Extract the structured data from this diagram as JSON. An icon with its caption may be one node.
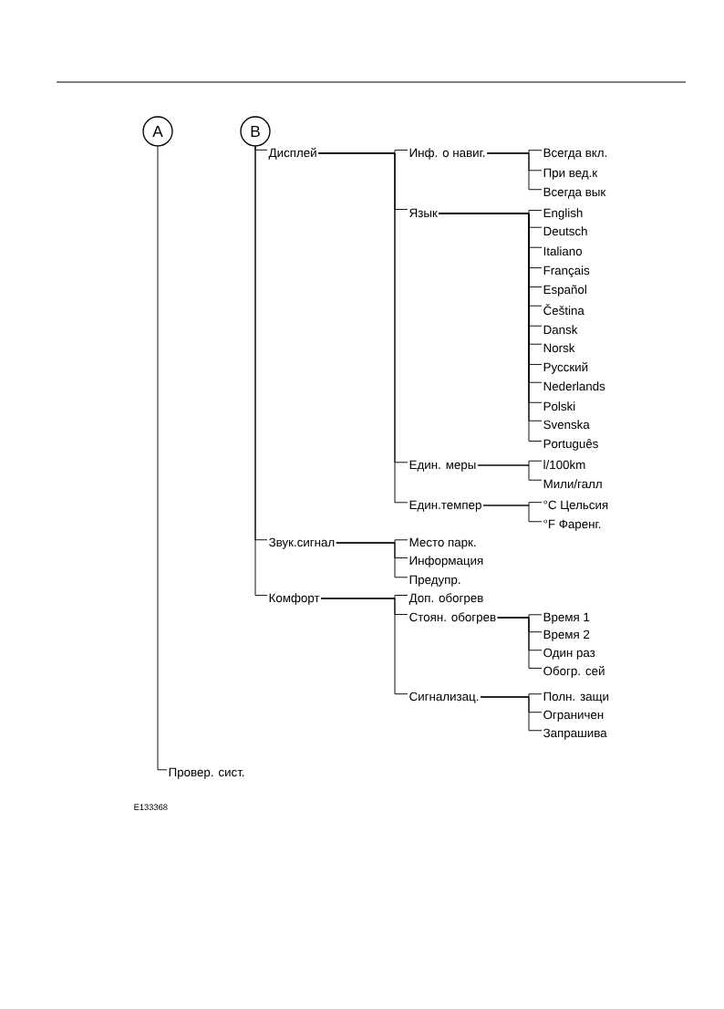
{
  "diagram": {
    "nodes": [
      {
        "text": [
          "A"
        ]
      },
      {
        "text": [
          "B"
        ]
      },
      {
        "text": [
          "Дисплей"
        ]
      },
      {
        "text": [
          "Инф. о навиг."
        ]
      },
      {
        "text": [
          "Всегда вкл."
        ]
      },
      {
        "text": [
          "При вед.к"
        ]
      },
      {
        "text": [
          "Всегда вык"
        ]
      },
      {
        "text": [
          "Язык"
        ]
      },
      {
        "text": [
          "English"
        ]
      },
      {
        "text": [
          "Deutsch"
        ]
      },
      {
        "text": [
          "Italiano"
        ]
      },
      {
        "text": [
          "Français"
        ]
      },
      {
        "text": [
          "Español"
        ]
      },
      {
        "text": [
          "Čeština"
        ]
      },
      {
        "text": [
          "Dansk"
        ]
      },
      {
        "text": [
          "Norsk"
        ]
      },
      {
        "text": [
          "Русский"
        ]
      },
      {
        "text": [
          "Nederlands"
        ]
      },
      {
        "text": [
          "Polski"
        ]
      },
      {
        "text": [
          "Svenska"
        ]
      },
      {
        "text": [
          "Português"
        ]
      },
      {
        "text": [
          "Един. меры"
        ]
      },
      {
        "text": [
          "l/100km"
        ]
      },
      {
        "text": [
          "Мили/галл"
        ]
      },
      {
        "text": [
          "Един.темпер"
        ]
      },
      {
        "text": [
          "°C Цельсия"
        ]
      },
      {
        "text": [
          "°F Фаренг."
        ]
      },
      {
        "text": [
          "Звук.сигнал"
        ]
      },
      {
        "text": [
          "Место парк."
        ]
      },
      {
        "text": [
          "Информация"
        ]
      },
      {
        "text": [
          "Предупр."
        ]
      },
      {
        "text": [
          "Комфорт"
        ]
      },
      {
        "text": [
          "Доп. обогрев"
        ]
      },
      {
        "text": [
          "Стоян. обогрев"
        ]
      },
      {
        "text": [
          "Время 1"
        ]
      },
      {
        "text": [
          "Время 2"
        ]
      },
      {
        "text": [
          "Один раз"
        ]
      },
      {
        "text": [
          "Обогр. сей"
        ]
      },
      {
        "text": [
          "Сигнализац."
        ]
      },
      {
        "text": [
          "Полн. защи"
        ]
      },
      {
        "text": [
          "Ограничен"
        ]
      },
      {
        "text": [
          "Запрашива"
        ]
      },
      {
        "text": [
          "Провер. сист."
        ]
      }
    ],
    "edges": [
      {
        "from": 0,
        "to": 42,
        "arrow": "none"
      },
      {
        "from": 1,
        "to": 2,
        "arrow": "none"
      },
      {
        "from": 1,
        "to": 27,
        "arrow": "none"
      },
      {
        "from": 1,
        "to": 31,
        "arrow": "none"
      },
      {
        "from": 2,
        "to": 3,
        "arrow": "none"
      },
      {
        "from": 2,
        "to": 7,
        "arrow": "none"
      },
      {
        "from": 2,
        "to": 21,
        "arrow": "none"
      },
      {
        "from": 2,
        "to": 24,
        "arrow": "none"
      },
      {
        "from": 3,
        "to": 4,
        "arrow": "none"
      },
      {
        "from": 3,
        "to": 5,
        "arrow": "none"
      },
      {
        "from": 3,
        "to": 6,
        "arrow": "none"
      },
      {
        "from": 7,
        "to": 8,
        "arrow": "none"
      },
      {
        "from": 7,
        "to": 9,
        "arrow": "none"
      },
      {
        "from": 7,
        "to": 10,
        "arrow": "none"
      },
      {
        "from": 7,
        "to": 11,
        "arrow": "none"
      },
      {
        "from": 7,
        "to": 12,
        "arrow": "none"
      },
      {
        "from": 7,
        "to": 13,
        "arrow": "none"
      },
      {
        "from": 7,
        "to": 14,
        "arrow": "none"
      },
      {
        "from": 7,
        "to": 15,
        "arrow": "none"
      },
      {
        "from": 7,
        "to": 16,
        "arrow": "none"
      },
      {
        "from": 7,
        "to": 17,
        "arrow": "none"
      },
      {
        "from": 7,
        "to": 18,
        "arrow": "none"
      },
      {
        "from": 7,
        "to": 19,
        "arrow": "none"
      },
      {
        "from": 7,
        "to": 20,
        "arrow": "none"
      },
      {
        "from": 21,
        "to": 22,
        "arrow": "none"
      },
      {
        "from": 21,
        "to": 23,
        "arrow": "none"
      },
      {
        "from": 24,
        "to": 25,
        "arrow": "none"
      },
      {
        "from": 24,
        "to": 26,
        "arrow": "none"
      },
      {
        "from": 27,
        "to": 28,
        "arrow": "none"
      },
      {
        "from": 27,
        "to": 29,
        "arrow": "none"
      },
      {
        "from": 27,
        "to": 30,
        "arrow": "none"
      },
      {
        "from": 31,
        "to": 32,
        "arrow": "none"
      },
      {
        "from": 31,
        "to": 33,
        "arrow": "none"
      },
      {
        "from": 31,
        "to": 38,
        "arrow": "none"
      },
      {
        "from": 33,
        "to": 34,
        "arrow": "none"
      },
      {
        "from": 33,
        "to": 35,
        "arrow": "none"
      },
      {
        "from": 33,
        "to": 36,
        "arrow": "none"
      },
      {
        "from": 33,
        "to": 37,
        "arrow": "none"
      },
      {
        "from": 38,
        "to": 39,
        "arrow": "none"
      },
      {
        "from": 38,
        "to": 40,
        "arrow": "none"
      },
      {
        "from": 38,
        "to": 41,
        "arrow": "none"
      }
    ],
    "labels": [
      "E133368"
    ]
  }
}
